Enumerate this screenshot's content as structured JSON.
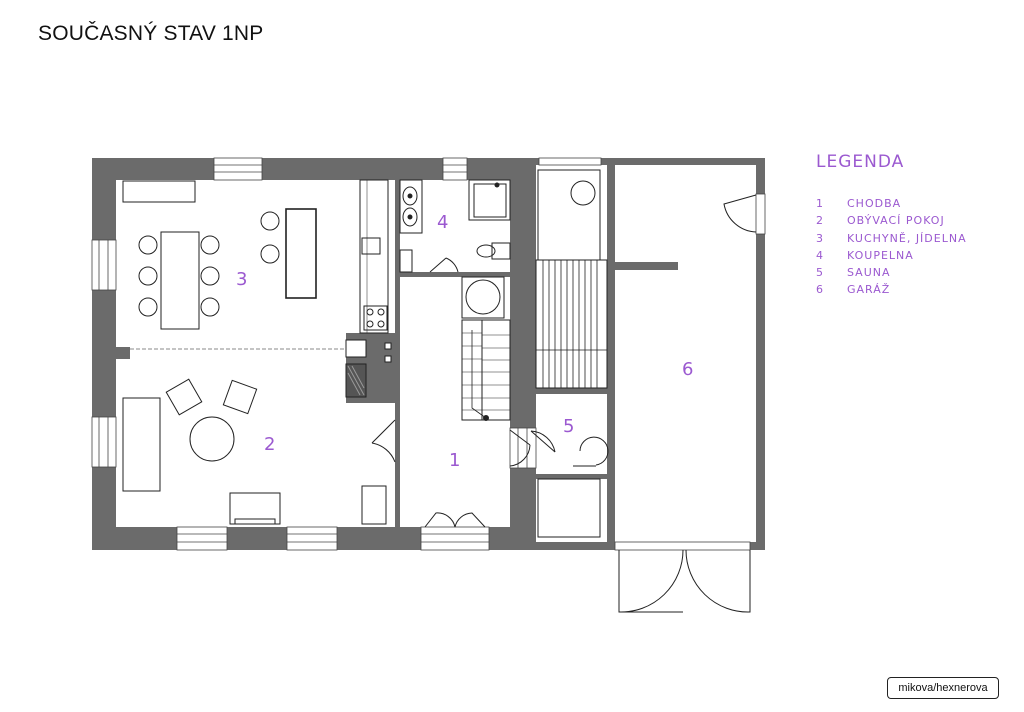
{
  "title": "SOUČASNÝ STAV 1NP",
  "legend": {
    "heading": "LEGENDA",
    "items": [
      {
        "num": "1",
        "label": "CHODBA"
      },
      {
        "num": "2",
        "label": "OBÝVACÍ POKOJ"
      },
      {
        "num": "3",
        "label": "KUCHYNĚ, JÍDELNA"
      },
      {
        "num": "4",
        "label": "KOUPELNA"
      },
      {
        "num": "5",
        "label": "SAUNA"
      },
      {
        "num": "6",
        "label": "GARÁŽ"
      }
    ]
  },
  "rooms": {
    "r1": "1",
    "r2": "2",
    "r3": "3",
    "r4": "4",
    "r5": "5",
    "r6": "6"
  },
  "credit": "mikova/hexnerova",
  "colors": {
    "wall": "#6b6b6b",
    "line": "#222222",
    "accent": "#9b59d0"
  }
}
